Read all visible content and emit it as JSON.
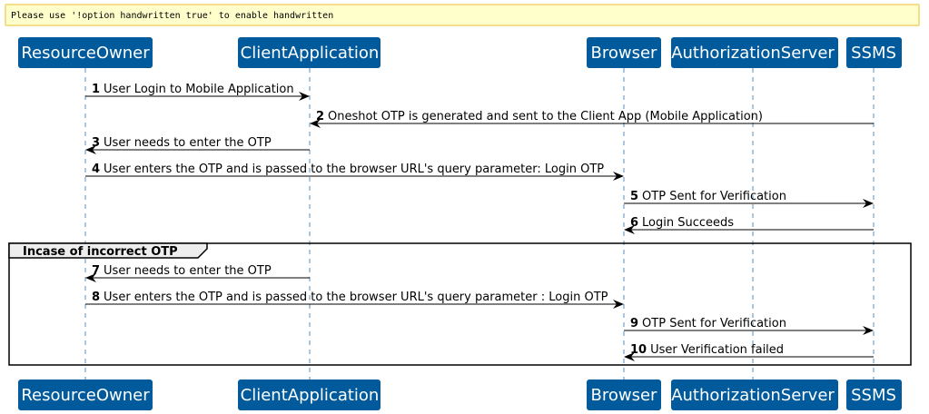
{
  "note": {
    "text": "Please use '!option handwritten true' to enable handwritten"
  },
  "colors": {
    "participant_fill": "#005a9c",
    "participant_text": "#ffffff",
    "lifeline": "#5b8cb8",
    "note_fill": "#ffffcc",
    "note_border": "#f5de8a",
    "frame_header_fill": "#eeeeee"
  },
  "participants": [
    {
      "id": "ResourceOwner",
      "label": "ResourceOwner"
    },
    {
      "id": "ClientApplication",
      "label": "ClientApplication"
    },
    {
      "id": "Browser",
      "label": "Browser"
    },
    {
      "id": "AuthorizationServer",
      "label": "AuthorizationServer"
    },
    {
      "id": "SSMS",
      "label": "SSMS"
    }
  ],
  "messages": [
    {
      "num": "1",
      "from": "ResourceOwner",
      "to": "ClientApplication",
      "text": "User Login to Mobile Application"
    },
    {
      "num": "2",
      "from": "SSMS",
      "to": "ClientApplication",
      "text": "Oneshot OTP is generated and sent to the Client App (Mobile Application)"
    },
    {
      "num": "3",
      "from": "ClientApplication",
      "to": "ResourceOwner",
      "text": "User needs to enter the OTP"
    },
    {
      "num": "4",
      "from": "ResourceOwner",
      "to": "Browser",
      "text": "User enters the OTP and is passed to the browser URL's query parameter: Login OTP"
    },
    {
      "num": "5",
      "from": "Browser",
      "to": "SSMS",
      "text": "OTP Sent for Verification"
    },
    {
      "num": "6",
      "from": "SSMS",
      "to": "Browser",
      "text": "Login Succeeds"
    },
    {
      "num": "7",
      "from": "ClientApplication",
      "to": "ResourceOwner",
      "text": "User needs to enter the OTP"
    },
    {
      "num": "8",
      "from": "ResourceOwner",
      "to": "Browser",
      "text": "User enters the OTP and is passed to the browser URL's query parameter : Login OTP"
    },
    {
      "num": "9",
      "from": "Browser",
      "to": "SSMS",
      "text": "OTP Sent for Verification"
    },
    {
      "num": "10",
      "from": "SSMS",
      "to": "Browser",
      "text": "User Verification failed"
    }
  ],
  "group": {
    "label": "Incase of incorrect OTP",
    "first_message": 7,
    "last_message": 10
  }
}
